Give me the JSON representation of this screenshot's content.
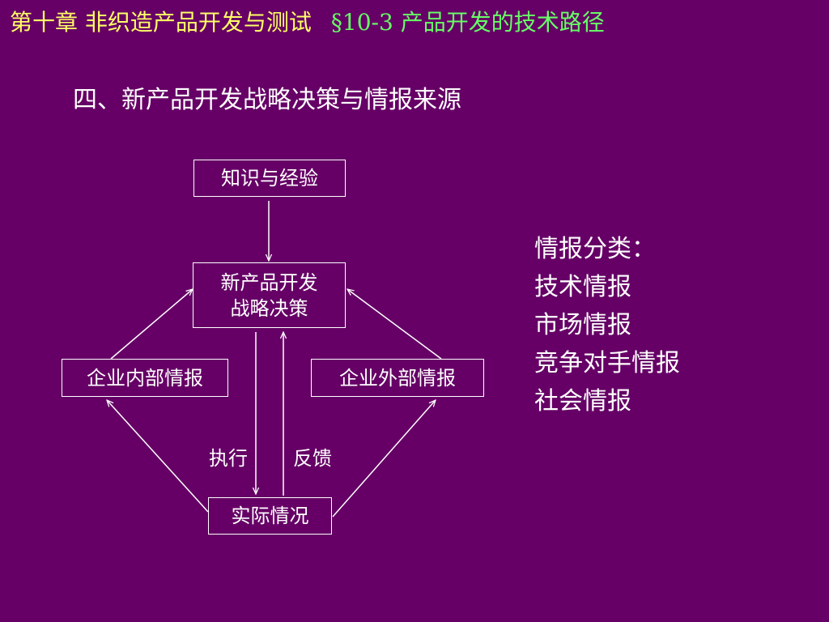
{
  "header": {
    "chapter": "第十章  非织造产品开发与测试",
    "section": "§10-3  产品开发的技术路径"
  },
  "heading": "四、新产品开发战略决策与情报来源",
  "diagram": {
    "knowledge": "知识与经验",
    "strategy_line1": "新产品开发",
    "strategy_line2": "战略决策",
    "internal": "企业内部情报",
    "external": "企业外部情报",
    "actual": "实际情况",
    "execute": "执行",
    "feedback": "反馈"
  },
  "side_list": {
    "title": "情报分类：",
    "items": [
      "技术情报",
      "市场情报",
      "竞争对手情报",
      "社会情报"
    ]
  },
  "colors": {
    "background": "#660066",
    "chapter_text": "#ffff66",
    "section_text": "#66ff66",
    "body_text": "#ffffff"
  }
}
